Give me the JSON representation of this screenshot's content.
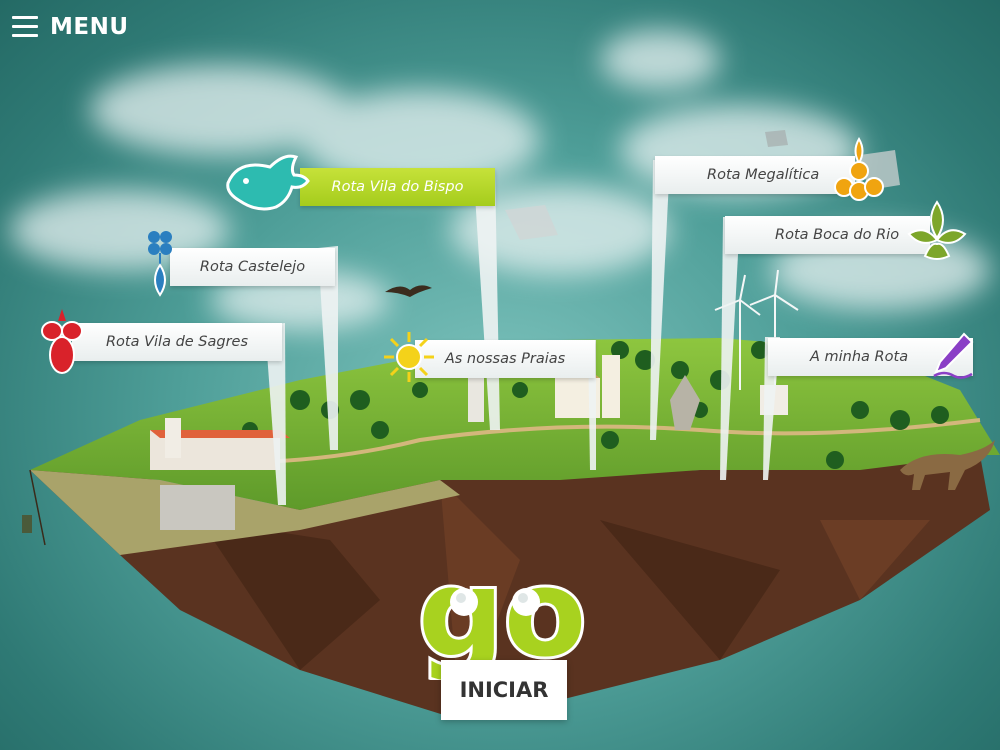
{
  "menu": {
    "label": "MENU",
    "icon": "hamburger-icon"
  },
  "routes": {
    "vila_do_bispo": {
      "label": "Rota Vila do Bispo",
      "icon": "fish-icon",
      "color": "#2dbbb0"
    },
    "castelejo": {
      "label": "Rota Castelejo",
      "icon": "flower-drop-icon",
      "color": "#2b7fc0"
    },
    "vila_de_sagres": {
      "label": "Rota Vila de Sagres",
      "icon": "red-flower-icon",
      "color": "#d9222a"
    },
    "praias": {
      "label": "As nossas Praias",
      "icon": "sun-icon",
      "color": "#f4d21a"
    },
    "megalitica": {
      "label": "Rota Megalítica",
      "icon": "orange-flower-icon",
      "color": "#f0a410"
    },
    "boca_do_rio": {
      "label": "Rota Boca do Rio",
      "icon": "leaf-plant-icon",
      "color": "#7da62a"
    },
    "minha_rota": {
      "label": "A minha Rota",
      "icon": "pen-icon",
      "color": "#8a3fc6"
    }
  },
  "go": {
    "logo_text": "go!",
    "button_label": "INICIAR",
    "logo_color": "#a8d21f"
  }
}
